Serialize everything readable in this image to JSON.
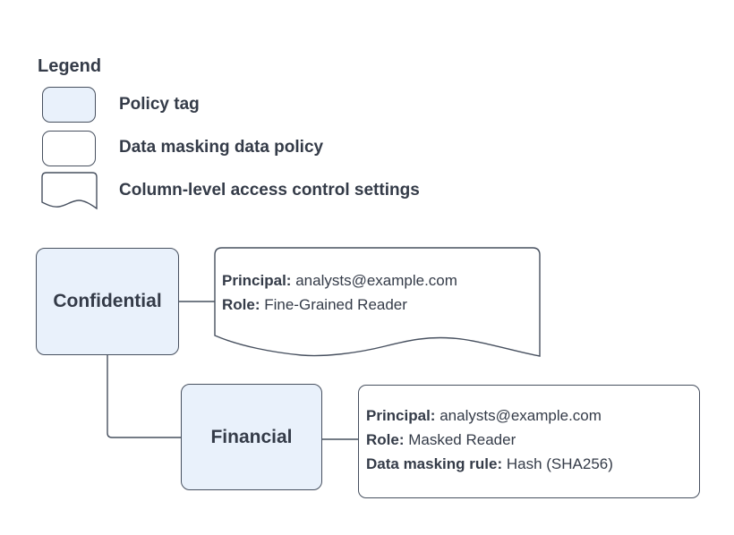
{
  "legend": {
    "title": "Legend",
    "items": [
      {
        "label": "Policy tag"
      },
      {
        "label": "Data masking data policy"
      },
      {
        "label": "Column-level access control settings"
      }
    ]
  },
  "nodes": {
    "confidential": {
      "label": "Confidential"
    },
    "financial": {
      "label": "Financial"
    }
  },
  "cards": {
    "access_control": {
      "lines": [
        {
          "label": "Principal:",
          "value": "analysts@example.com"
        },
        {
          "label": "Role:",
          "value": "Fine-Grained Reader"
        }
      ]
    },
    "masking_policy": {
      "lines": [
        {
          "label": "Principal:",
          "value": "analysts@example.com"
        },
        {
          "label": "Role:",
          "value": "Masked Reader"
        },
        {
          "label": "Data masking rule:",
          "value": "Hash (SHA256)"
        }
      ]
    }
  },
  "colors": {
    "policy_tag_fill": "#e9f1fb",
    "card_fill": "#ffffff",
    "stroke": "#47505f",
    "text": "#343b48",
    "background": "#ffffff"
  }
}
